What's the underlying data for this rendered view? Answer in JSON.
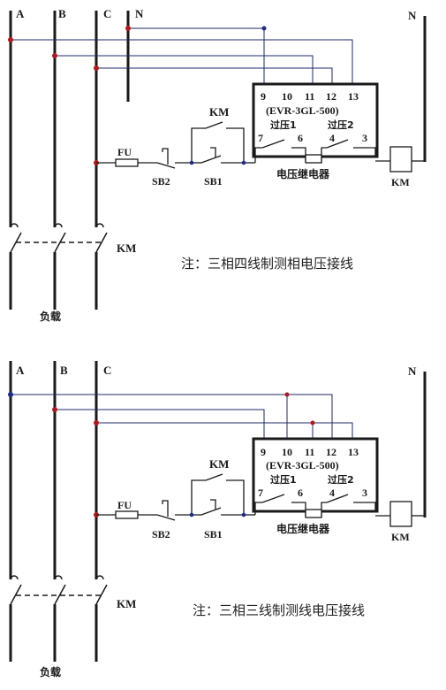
{
  "diagrams": [
    {
      "bus_labels": [
        "A",
        "B",
        "C",
        "N"
      ],
      "n_right_label": "N",
      "terminals": [
        "9",
        "10",
        "11",
        "12",
        "13"
      ],
      "model": "(EVR-3GL-500)",
      "overvolt1": "过压1",
      "overvolt2": "过压2",
      "contact_numbers": [
        "7",
        "6",
        "4",
        "3"
      ],
      "relay_name": "电压继电器",
      "fuse": "FU",
      "sb2": "SB2",
      "sb1": "SB1",
      "km_aux": "KM",
      "km_coil": "KM",
      "km_main": "KM",
      "load": "负载",
      "note": "注：三相四线制测相电压接线"
    },
    {
      "bus_labels": [
        "A",
        "B",
        "C"
      ],
      "n_right_label": "N",
      "terminals": [
        "9",
        "10",
        "11",
        "12",
        "13"
      ],
      "model": "(EVR-3GL-500)",
      "overvolt1": "过压1",
      "overvolt2": "过压2",
      "contact_numbers": [
        "7",
        "6",
        "4",
        "3"
      ],
      "relay_name": "电压继电器",
      "fuse": "FU",
      "sb2": "SB2",
      "sb1": "SB1",
      "km_aux": "KM",
      "km_coil": "KM",
      "km_main": "KM",
      "load": "负载",
      "note": "注：三相三线制测线电压接线"
    }
  ],
  "colors": {
    "line": "#1a1a1a",
    "wire": "#1f2a6a",
    "dot_red": "#b3181c",
    "dot_blue": "#1f2a8a"
  }
}
